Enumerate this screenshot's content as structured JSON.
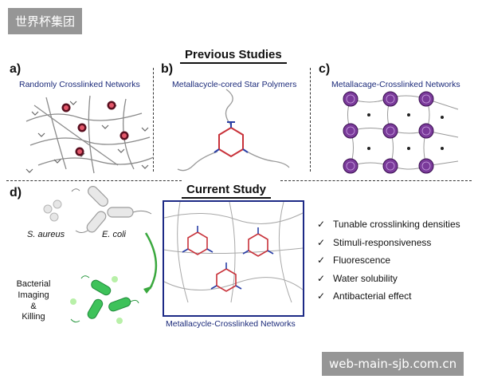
{
  "watermarks": {
    "top_left": "世界杯集团",
    "bottom_right": "web-main-sjb.com.cn"
  },
  "previous_title": "Previous Studies",
  "current_title": "Current Study",
  "panels": {
    "a": {
      "label": "a)",
      "caption": "Randomly Crosslinked Networks"
    },
    "b": {
      "label": "b)",
      "caption": "Metallacycle-cored Star Polymers"
    },
    "c": {
      "label": "c)",
      "caption": "Metallacage-Crosslinked Networks"
    },
    "d": {
      "label": "d)"
    }
  },
  "bacteria": {
    "s_aureus": "S. aureus",
    "e_coli": "E. coli"
  },
  "imaging": {
    "line1": "Bacterial Imaging",
    "line2": "&",
    "line3": "Killing"
  },
  "network_caption": "Metallacycle-Crosslinked Networks",
  "features": [
    "Tunable crosslinking densities",
    "Stimuli-responsiveness",
    "Fluorescence",
    "Water solubility",
    "Antibacterial effect"
  ],
  "colors": {
    "caption_blue": "#1b2a7a",
    "network_box": "#1d2a86",
    "ring_red": "#c8323a",
    "ring_blue": "#2a3fa6",
    "cage_purple": "#7a3a9a",
    "bacteria_green": "#3ec25a",
    "arrow_green": "#3aa83e"
  }
}
